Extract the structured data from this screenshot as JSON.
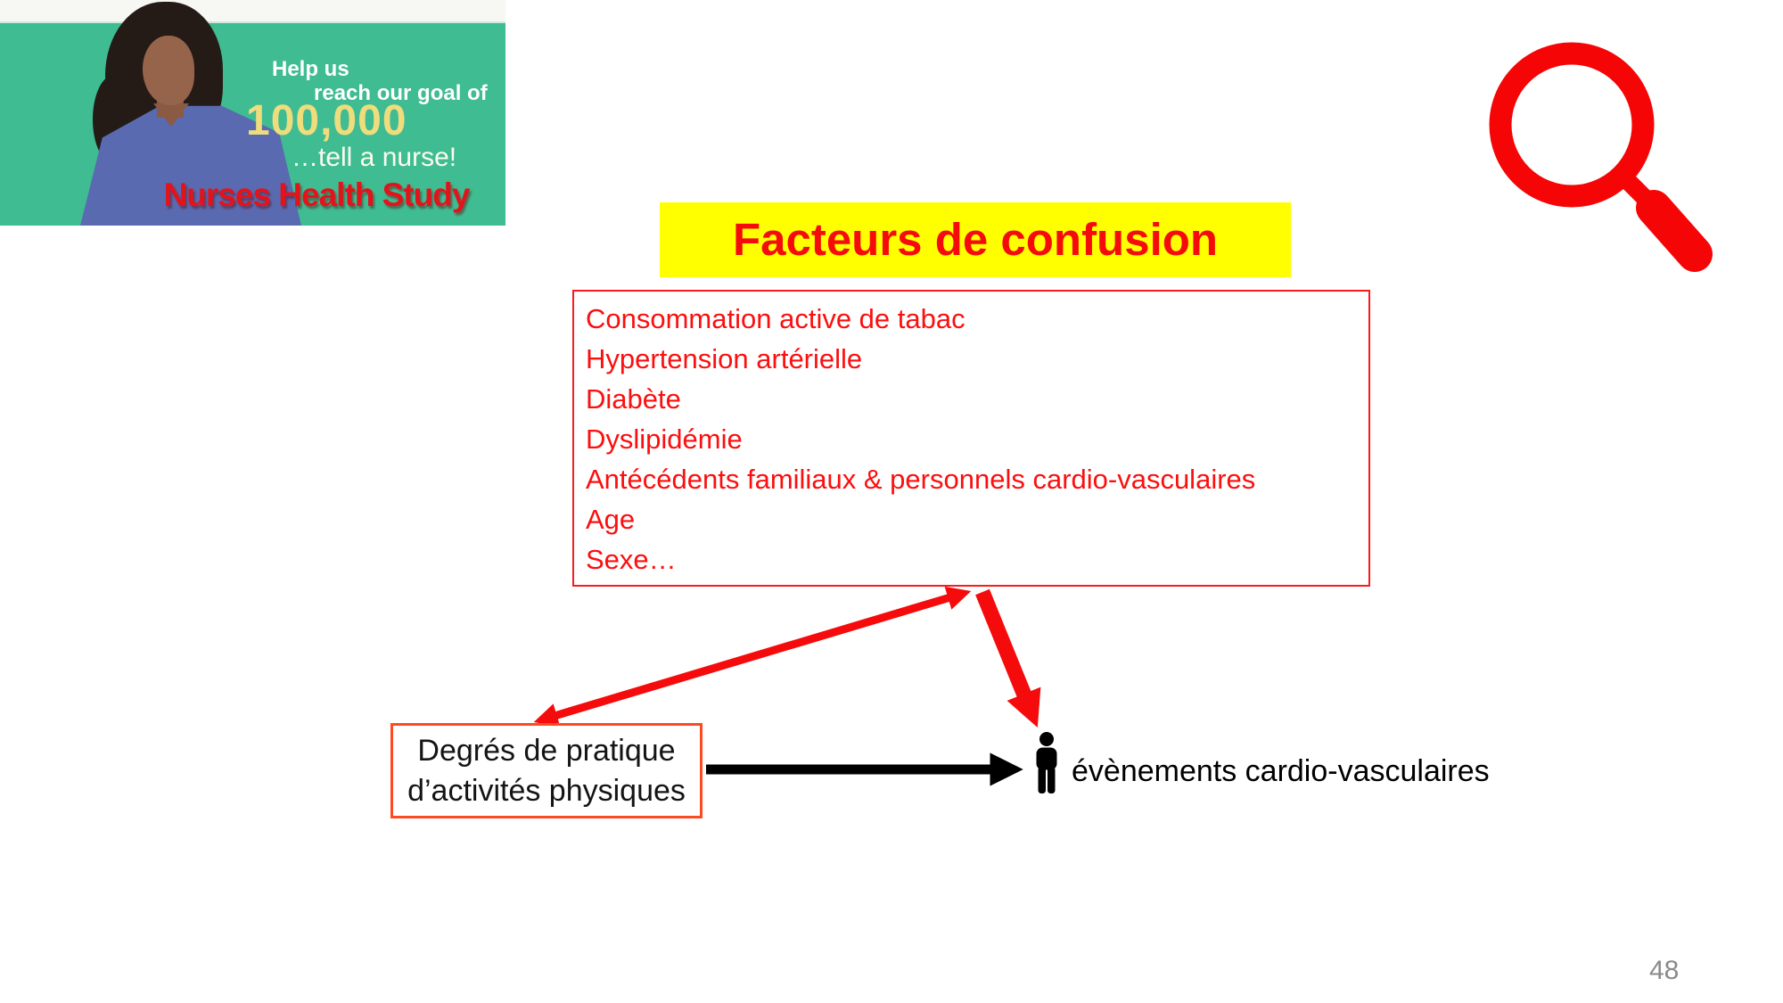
{
  "page": {
    "number": "48"
  },
  "banner": {
    "help_line1": "Help us",
    "help_line2": "reach our goal of",
    "goal_number": "100,000",
    "tagline": "…tell a nurse!",
    "title": "Nurses Health Study",
    "colors": {
      "teal": "#3fbc92",
      "goal_text": "#efdc7d",
      "title_text": "#e4131b"
    }
  },
  "title_band": {
    "label": "Facteurs de confusion",
    "background": "#ffff00",
    "text_color": "#f50b0b"
  },
  "confounders": {
    "border_color": "#fb1b1b",
    "text_color": "#fb0f0f",
    "items": [
      "Consommation active de tabac",
      "Hypertension artérielle",
      "Diabète",
      "Dyslipidémie",
      "Antécédents familiaux & personnels cardio-vasculaires",
      "Age",
      "Sexe…"
    ]
  },
  "exposure": {
    "line1": "Degrés de pratique",
    "line2": "d’activités physiques",
    "border_color": "#ff4a21"
  },
  "outcome": {
    "label": "évènements cardio-vasculaires"
  },
  "icons": {
    "magnifier": "magnifier-icon",
    "magnifier_color": "#f50505",
    "person": "person-icon",
    "person_color": "#000000"
  },
  "arrows": {
    "red": "#f50b0b",
    "black": "#000000",
    "confounders_exposure": "double-headed-red",
    "confounders_outcome": "thick-red",
    "exposure_outcome": "black"
  }
}
